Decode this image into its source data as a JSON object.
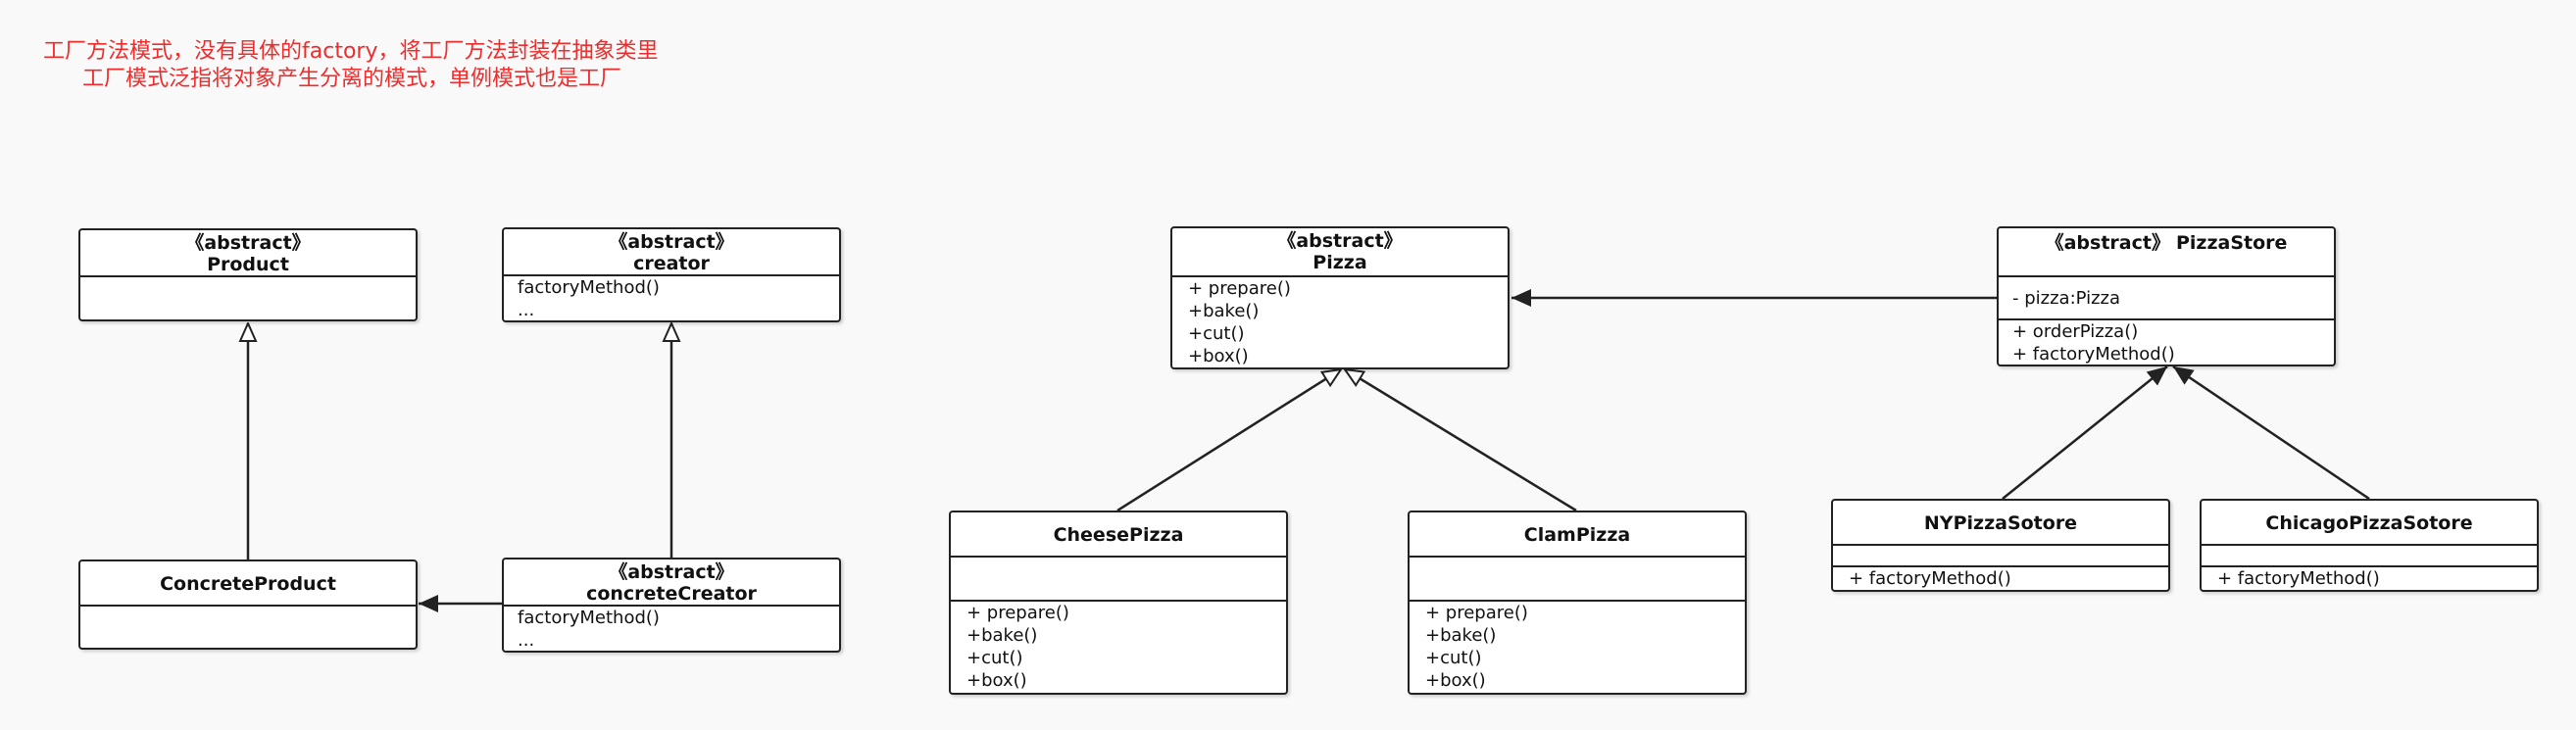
{
  "notes": {
    "line1": "工厂方法模式，没有具体的factory，将工厂方法封装在抽象类里",
    "line2": "工厂模式泛指将对象产生分离的模式，单例模式也是工厂"
  },
  "classes": {
    "product": {
      "stereotype": "《abstract》",
      "name": "Product",
      "attributes": [],
      "methods": []
    },
    "creator": {
      "stereotype": "《abstract》",
      "name": "creator",
      "methods": [
        "factoryMethod()",
        "..."
      ]
    },
    "concrete_product": {
      "name": "ConcreteProduct",
      "attributes": []
    },
    "concrete_creator": {
      "stereotype": "《abstract》",
      "name": "concreteCreator",
      "methods": [
        "factoryMethod()",
        "..."
      ]
    },
    "pizza": {
      "stereotype": "《abstract》",
      "name": "Pizza",
      "methods": [
        "+ prepare()",
        "+bake()",
        "+cut()",
        "+box()"
      ]
    },
    "pizza_store": {
      "stereotype": "《abstract》",
      "name": "PizzaStore",
      "attributes": [
        "- pizza:Pizza"
      ],
      "methods": [
        "+ orderPizza()",
        "+ factoryMethod()"
      ]
    },
    "cheese_pizza": {
      "name": "CheesePizza",
      "attributes": [],
      "methods": [
        "+ prepare()",
        "+bake()",
        "+cut()",
        "+box()"
      ]
    },
    "clam_pizza": {
      "name": "ClamPizza",
      "attributes": [],
      "methods": [
        "+ prepare()",
        "+bake()",
        "+cut()",
        "+box()"
      ]
    },
    "ny_store": {
      "name": "NYPizzaSotore",
      "attributes": [],
      "methods": [
        "+ factoryMethod()"
      ]
    },
    "chicago_store": {
      "name": "ChicagoPizzaSotore",
      "attributes": [],
      "methods": [
        "+ factoryMethod()"
      ]
    }
  },
  "relations": [
    {
      "from": "concrete_product",
      "to": "product",
      "type": "generalization"
    },
    {
      "from": "concrete_creator",
      "to": "creator",
      "type": "generalization"
    },
    {
      "from": "concrete_creator",
      "to": "concrete_product",
      "type": "association"
    },
    {
      "from": "pizza_store",
      "to": "pizza",
      "type": "association"
    },
    {
      "from": "cheese_pizza",
      "to": "pizza",
      "type": "generalization"
    },
    {
      "from": "clam_pizza",
      "to": "pizza",
      "type": "generalization"
    },
    {
      "from": "ny_store",
      "to": "pizza_store",
      "type": "generalization"
    },
    {
      "from": "chicago_store",
      "to": "pizza_store",
      "type": "generalization"
    }
  ],
  "colors": {
    "note": "#ef2c2c",
    "line": "#222222",
    "box_fill": "#ffffff",
    "background": "#f9f9f9"
  }
}
